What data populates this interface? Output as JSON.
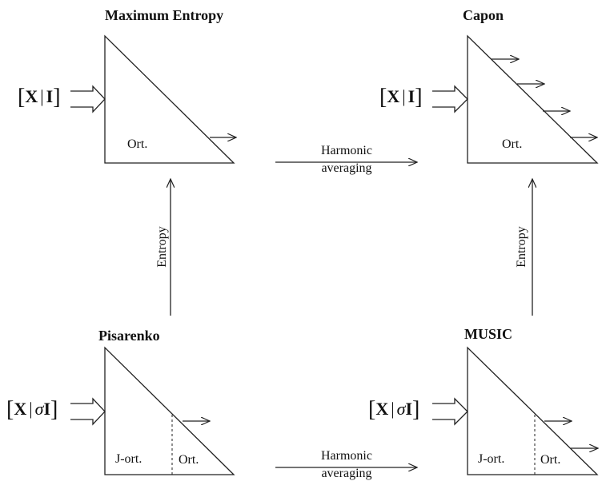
{
  "nodes": {
    "max_entropy": {
      "title": "Maximum Entropy",
      "region": "Ort.",
      "input": {
        "open": "[",
        "left": "X",
        "sep": "|",
        "right": "I",
        "close": "]"
      }
    },
    "capon": {
      "title": "Capon",
      "region": "Ort.",
      "input": {
        "open": "[",
        "left": "X",
        "sep": "|",
        "right": "I",
        "close": "]"
      }
    },
    "pisarenko": {
      "title": "Pisarenko",
      "region_left": "J-ort.",
      "region_right": "Ort.",
      "input": {
        "open": "[",
        "left": "X",
        "sep": "|",
        "sigma": "σ",
        "right": "I",
        "close": "]"
      }
    },
    "music": {
      "title": "MUSIC",
      "region_left": "J-ort.",
      "region_right": "Ort.",
      "input": {
        "open": "[",
        "left": "X",
        "sep": "|",
        "sigma": "σ",
        "right": "I",
        "close": "]"
      }
    }
  },
  "edges": {
    "top_horizontal": {
      "line1": "Harmonic",
      "line2": "averaging"
    },
    "bottom_horizontal": {
      "line1": "Harmonic",
      "line2": "averaging"
    },
    "left_vertical": {
      "label": "Entropy"
    },
    "right_vertical": {
      "label": "Entropy"
    }
  },
  "colors": {
    "stroke": "#222222",
    "text": "#111111"
  }
}
